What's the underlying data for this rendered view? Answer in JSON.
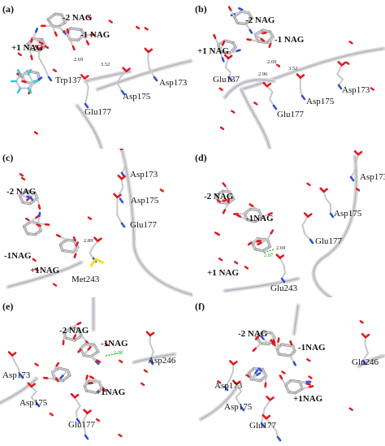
{
  "panels": [
    {
      "letter": "(a)",
      "labels": [
        {
          "text": "-2 NAG",
          "kind": "sugar"
        },
        {
          "text": "-1 NAG",
          "kind": "sugar"
        },
        {
          "text": "+1 NAG",
          "kind": "sugar"
        },
        {
          "text": "Trp137",
          "kind": "residue"
        },
        {
          "text": "Asp173",
          "kind": "residue"
        },
        {
          "text": "Asp175",
          "kind": "residue"
        },
        {
          "text": "Glu177",
          "kind": "residue"
        }
      ],
      "distances": [
        "2.69",
        "3.52"
      ]
    },
    {
      "letter": "(b)",
      "labels": [
        {
          "text": "-2 NAG",
          "kind": "sugar"
        },
        {
          "text": "-1 NAG",
          "kind": "sugar"
        },
        {
          "text": "+1 NAG",
          "kind": "sugar"
        },
        {
          "text": "Glu137",
          "kind": "residue"
        },
        {
          "text": "Asp173",
          "kind": "residue"
        },
        {
          "text": "Asp175",
          "kind": "residue"
        },
        {
          "text": "Glu177",
          "kind": "residue"
        }
      ],
      "distances": [
        "2.69",
        "2.96",
        "3.52"
      ]
    },
    {
      "letter": "(c)",
      "labels": [
        {
          "text": "-2 NAG",
          "kind": "sugar"
        },
        {
          "text": "-1NAG",
          "kind": "sugar"
        },
        {
          "text": "+1NAG",
          "kind": "sugar"
        },
        {
          "text": "Asp173",
          "kind": "residue"
        },
        {
          "text": "Asp175",
          "kind": "residue"
        },
        {
          "text": "Glu177",
          "kind": "residue"
        },
        {
          "text": "Met243",
          "kind": "residue"
        }
      ],
      "distances": [
        "2.89"
      ]
    },
    {
      "letter": "(d)",
      "labels": [
        {
          "text": "-2 NAG",
          "kind": "sugar"
        },
        {
          "text": "-1NAG",
          "kind": "sugar"
        },
        {
          "text": "+1 NAG",
          "kind": "sugar"
        },
        {
          "text": "Asp173",
          "kind": "residue"
        },
        {
          "text": "Asp175",
          "kind": "residue"
        },
        {
          "text": "Glu177",
          "kind": "residue"
        },
        {
          "text": "Glu243",
          "kind": "residue"
        }
      ],
      "distances": [
        "2.69",
        "2.87"
      ]
    },
    {
      "letter": "(e)",
      "labels": [
        {
          "text": "-2 NAG",
          "kind": "sugar"
        },
        {
          "text": "-1NAG",
          "kind": "sugar"
        },
        {
          "text": "+1NAG",
          "kind": "sugar"
        },
        {
          "text": "Asp173",
          "kind": "residue"
        },
        {
          "text": "Asp175",
          "kind": "residue"
        },
        {
          "text": "Glu177",
          "kind": "residue"
        },
        {
          "text": "Asp246",
          "kind": "residue"
        }
      ],
      "distances": [
        "2.73"
      ]
    },
    {
      "letter": "(f)",
      "labels": [
        {
          "text": "-2 NAG",
          "kind": "sugar"
        },
        {
          "text": "-1NAG",
          "kind": "sugar"
        },
        {
          "text": "+1NAG",
          "kind": "sugar"
        },
        {
          "text": "Asp173",
          "kind": "residue"
        },
        {
          "text": "Asp175",
          "kind": "residue"
        },
        {
          "text": "Glu177",
          "kind": "residue"
        },
        {
          "text": "Glu246",
          "kind": "residue"
        }
      ],
      "distances": []
    }
  ],
  "colors": {
    "carbon": "#c8c8cc",
    "carbon_edge": "#8a8a90",
    "oxygen": "#e0191e",
    "nitrogen": "#2f4fd8",
    "sulfur": "#f2e21a",
    "fluorine": "#34c8d8",
    "hbond": "#33cc33",
    "label": "#111111"
  }
}
